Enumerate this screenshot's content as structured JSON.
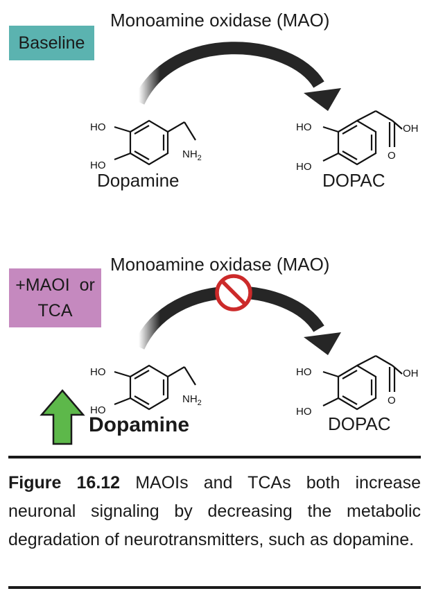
{
  "panels": {
    "baseline": {
      "enzyme_label": "Monoamine oxidase (MAO)",
      "condition_label": "Baseline",
      "condition_color": "#5bb3b0",
      "substrate": {
        "name": "Dopamine",
        "ho_top": "HO",
        "ho_bottom": "HO",
        "amine": "NH",
        "amine_sub": "2"
      },
      "product": {
        "name": "DOPAC",
        "ho_top": "HO",
        "ho_bottom": "HO",
        "oh": "OH",
        "o": "O"
      }
    },
    "inhibited": {
      "enzyme_label": "Monoamine oxidase (MAO)",
      "condition_label_line1": "+MAOI  or",
      "condition_label_line2": "TCA",
      "condition_color": "#c589bf",
      "substrate": {
        "name": "Dopamine",
        "ho_top": "HO",
        "ho_bottom": "HO",
        "amine": "NH",
        "amine_sub": "2"
      },
      "product": {
        "name": "DOPAC",
        "ho_top": "HO",
        "ho_bottom": "HO",
        "oh": "OH",
        "o": "O"
      },
      "up_arrow_color": "#5db84a",
      "block_color": "#cc2a2a"
    }
  },
  "caption": {
    "figure_label": "Figure 16.12",
    "text": "MAOIs and TCAs both increase neuronal signaling by decreasing the metabolic degradation of neurotransmitters, such as dopamine."
  }
}
